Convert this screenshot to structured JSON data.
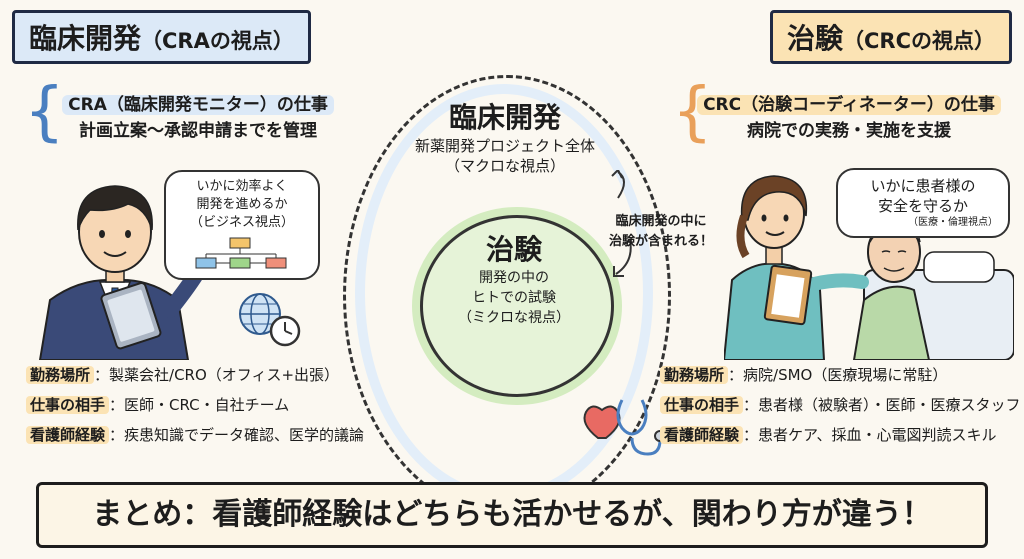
{
  "left": {
    "title_main": "臨床開発",
    "title_sub": "（CRAの視点）",
    "role_line1": "CRA（臨床開発モニター）の仕事",
    "role_line2": "計画立案〜承認申請までを管理",
    "bubble": [
      "いかに効率よく",
      "開発を進めるか",
      "（ビジネス視点）"
    ],
    "facts": [
      {
        "key": "勤務場所",
        "value": "：製薬会社/CRO（オフィス+出張）"
      },
      {
        "key": "仕事の相手",
        "value": "：医師・CRC・自社チーム"
      },
      {
        "key": "看護師経験",
        "value": "：疾患知識でデータ確認、医学的議論"
      }
    ]
  },
  "center": {
    "outer_title": "臨床開発",
    "outer_desc": [
      "新薬開発プロジェクト全体",
      "（マクロな視点）"
    ],
    "inner_title": "治験",
    "inner_desc": [
      "開発の中の",
      "ヒトでの試験",
      "（ミクロな視点）"
    ],
    "note": [
      "臨床開発の中に",
      "治験が含まれる！"
    ]
  },
  "right": {
    "title_main": "治験",
    "title_sub": "（CRCの視点）",
    "role_line1": "CRC（治験コーディネーター）の仕事",
    "role_line2": "病院での実務・実施を支援",
    "bubble": [
      "いかに患者様の",
      "安全を守るか"
    ],
    "bubble_small": "（医療・倫理視点）",
    "facts": [
      {
        "key": "勤務場所",
        "value": "：病院/SMO（医療現場に常駐）"
      },
      {
        "key": "仕事の相手",
        "value": "：患者様（被験者）・医師・医療スタッフ"
      },
      {
        "key": "看護師経験",
        "value": "：患者ケア、採血・心電図判読スキル"
      }
    ]
  },
  "summary": "まとめ：看護師経験はどちらも活かせるが、関わり方が違う！",
  "colors": {
    "left_title_bg": "#dce9f7",
    "right_title_bg": "#fbe3b4",
    "inner_circle": "#e6f3d8",
    "accent_blue": "#4a7fc0",
    "accent_orange": "#e9a05a"
  },
  "icons": [
    "flowchart-icon",
    "globe-icon",
    "clock-icon",
    "heart-icon",
    "stethoscope-icon",
    "clipboard-icon",
    "tablet-icon"
  ]
}
